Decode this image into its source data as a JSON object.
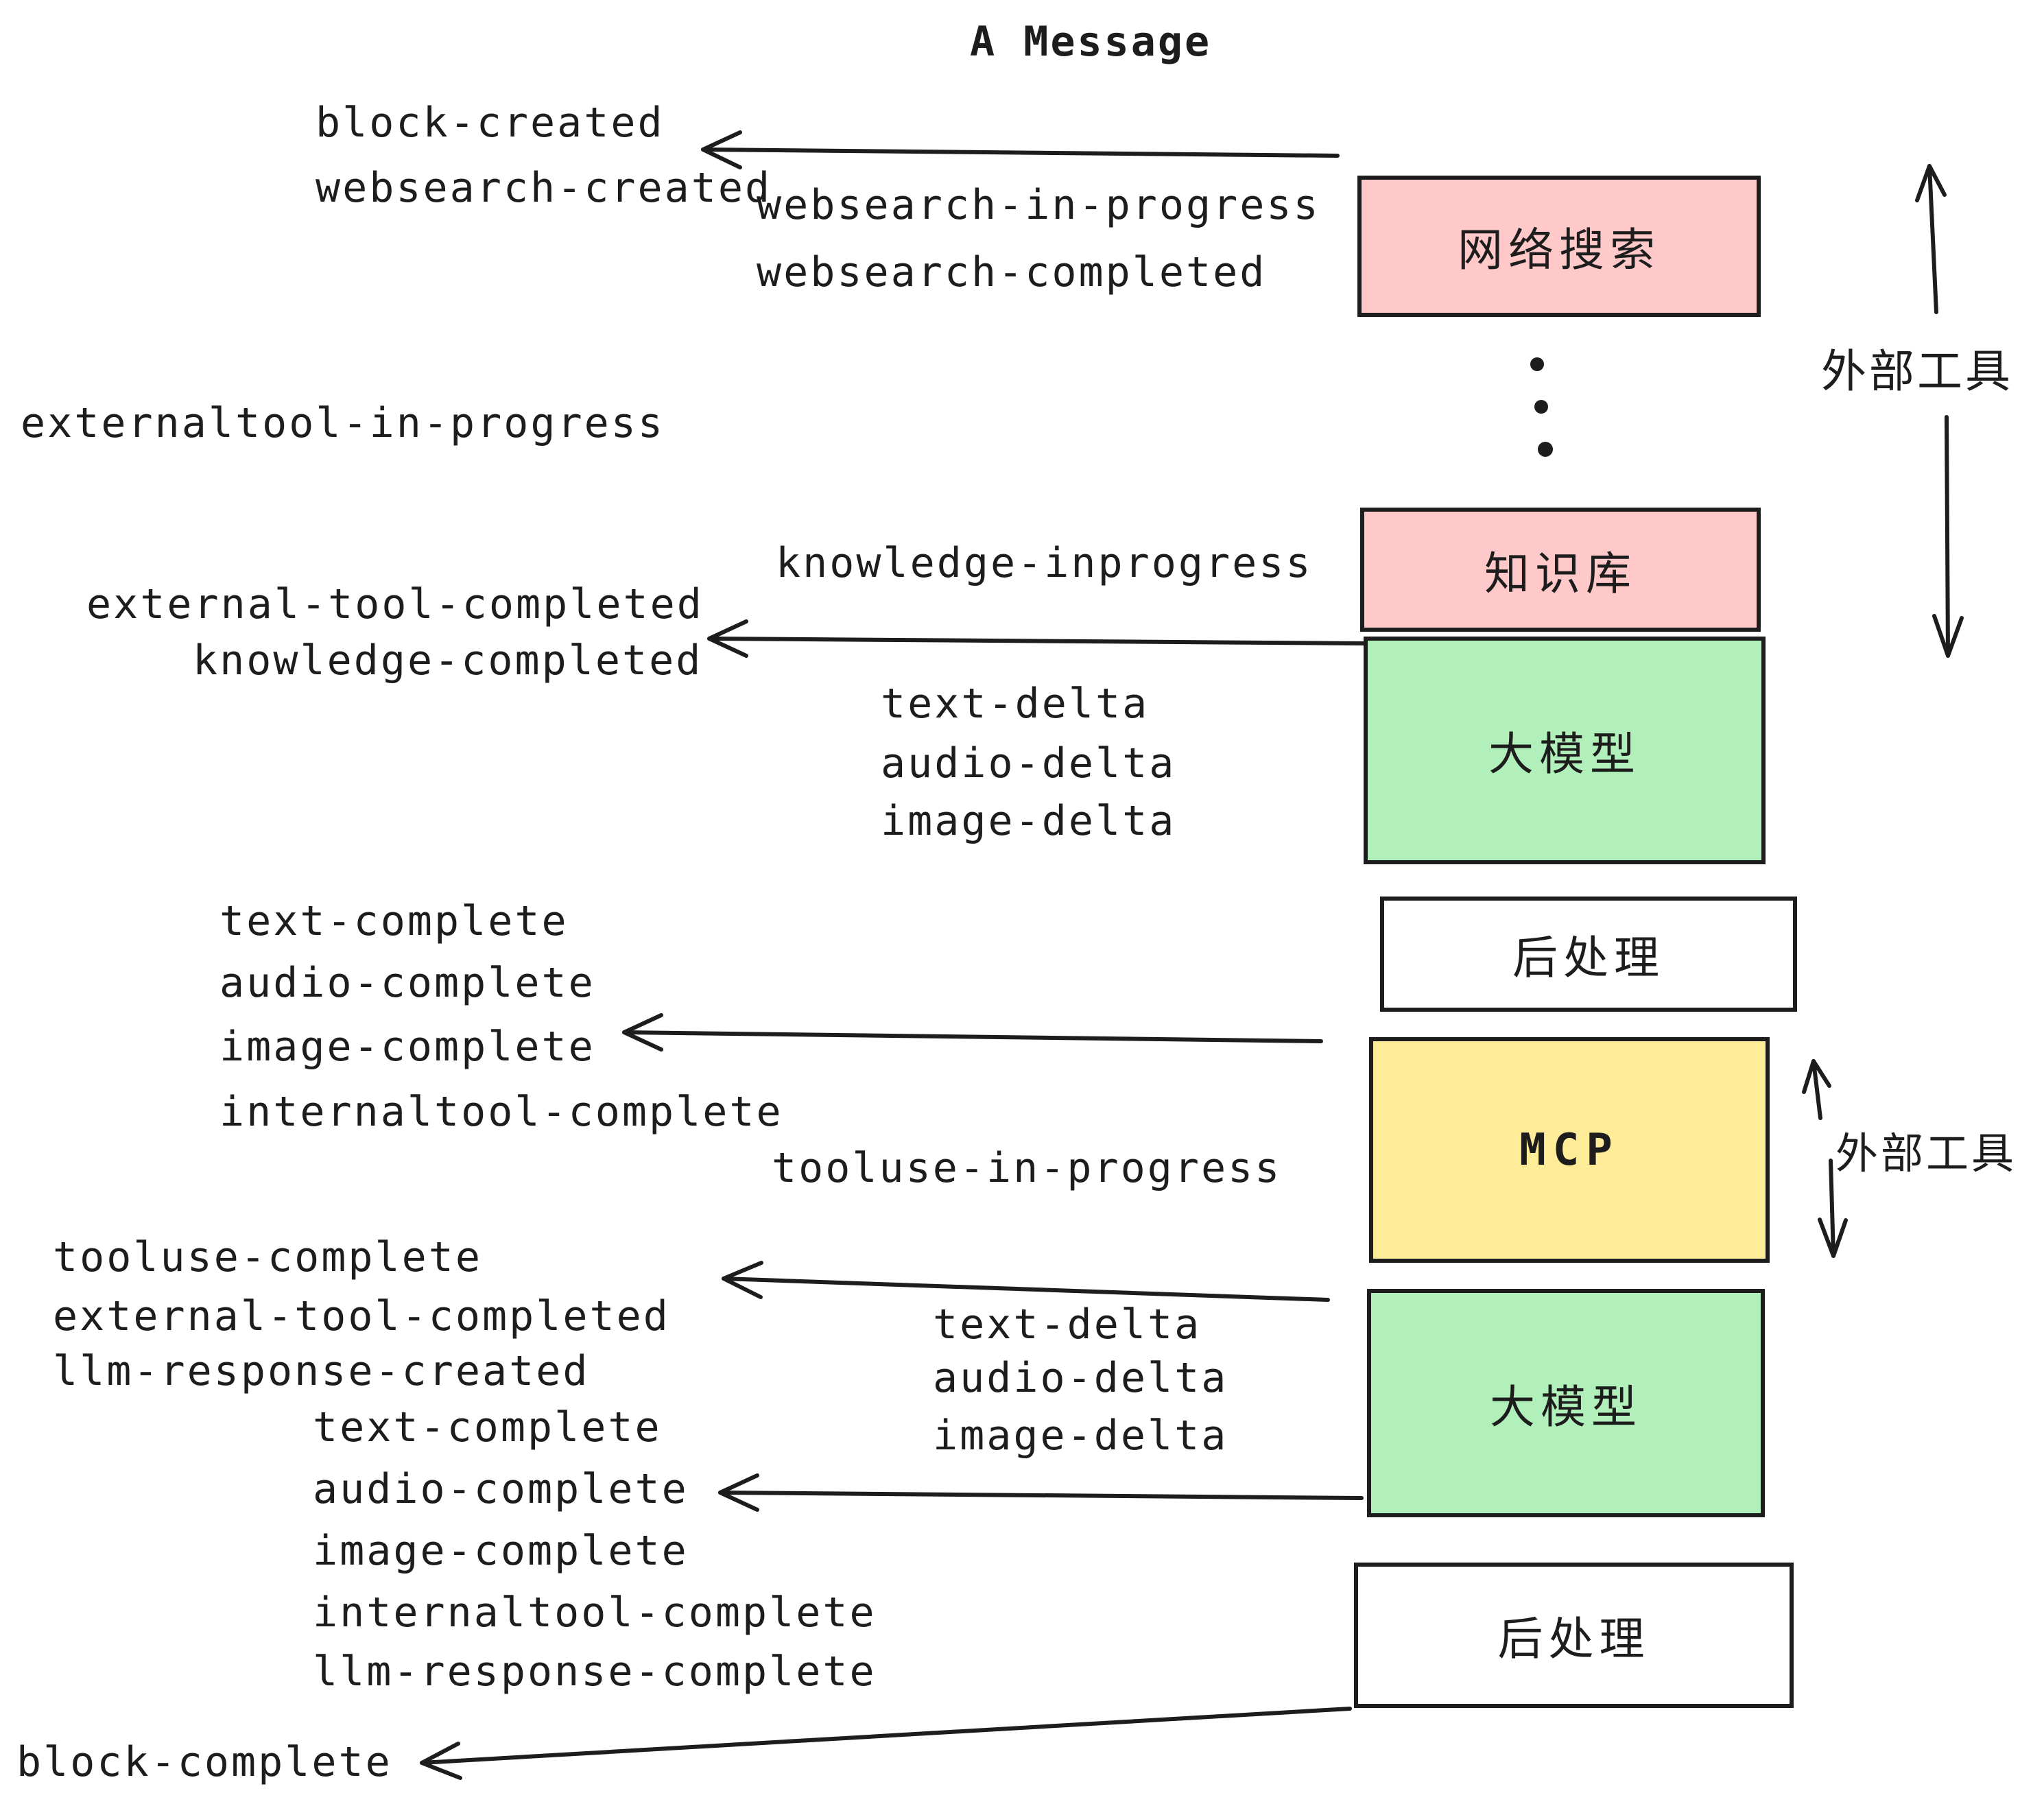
{
  "title": "A Message",
  "colors": {
    "external_tool_box": "#ffc9c9",
    "llm_box": "#b2f0bb",
    "mcp_box": "#ffec99",
    "post_process_box": "#ffffff",
    "stroke": "#1d1d1d"
  },
  "boxes": [
    {
      "id": "websearch",
      "label": "网络搜索",
      "color": "#ffc9c9"
    },
    {
      "id": "knowledge",
      "label": "知识库",
      "color": "#ffc9c9"
    },
    {
      "id": "llm-1",
      "label": "大模型",
      "color": "#b2f0bb"
    },
    {
      "id": "post-1",
      "label": "后处理",
      "color": "#ffffff"
    },
    {
      "id": "mcp",
      "label": "MCP",
      "color": "#ffec99"
    },
    {
      "id": "llm-2",
      "label": "大模型",
      "color": "#b2f0bb"
    },
    {
      "id": "post-2",
      "label": "后处理",
      "color": "#ffffff"
    }
  ],
  "side_labels": {
    "external_tools_top": "外部工具",
    "external_tools_mcp": "外部工具"
  },
  "events": {
    "block_created": "block-created",
    "websearch_created": "websearch-created",
    "websearch_in_progress": "websearch-in-progress",
    "websearch_completed": "websearch-completed",
    "externaltool_in_progress": "externaltool-in-progress",
    "knowledge_inprogress": "knowledge-inprogress",
    "external_tool_completed_1": "external-tool-completed",
    "knowledge_completed": "knowledge-completed",
    "text_delta_1": "text-delta",
    "audio_delta_1": "audio-delta",
    "image_delta_1": "image-delta",
    "text_complete_1": "text-complete",
    "audio_complete_1": "audio-complete",
    "image_complete_1": "image-complete",
    "internaltool_complete_1": "internaltool-complete",
    "tooluse_in_progress": "tooluse-in-progress",
    "tooluse_complete": "tooluse-complete",
    "external_tool_completed_2": "external-tool-completed",
    "llm_response_created": "llm-response-created",
    "text_complete_2": "text-complete",
    "audio_complete_2": "audio-complete",
    "image_complete_2": "image-complete",
    "internaltool_complete_2": "internaltool-complete",
    "llm_response_complete": "llm-response-complete",
    "block_complete": "block-complete",
    "text_delta_2": "text-delta",
    "audio_delta_2": "audio-delta",
    "image_delta_2": "image-delta"
  }
}
